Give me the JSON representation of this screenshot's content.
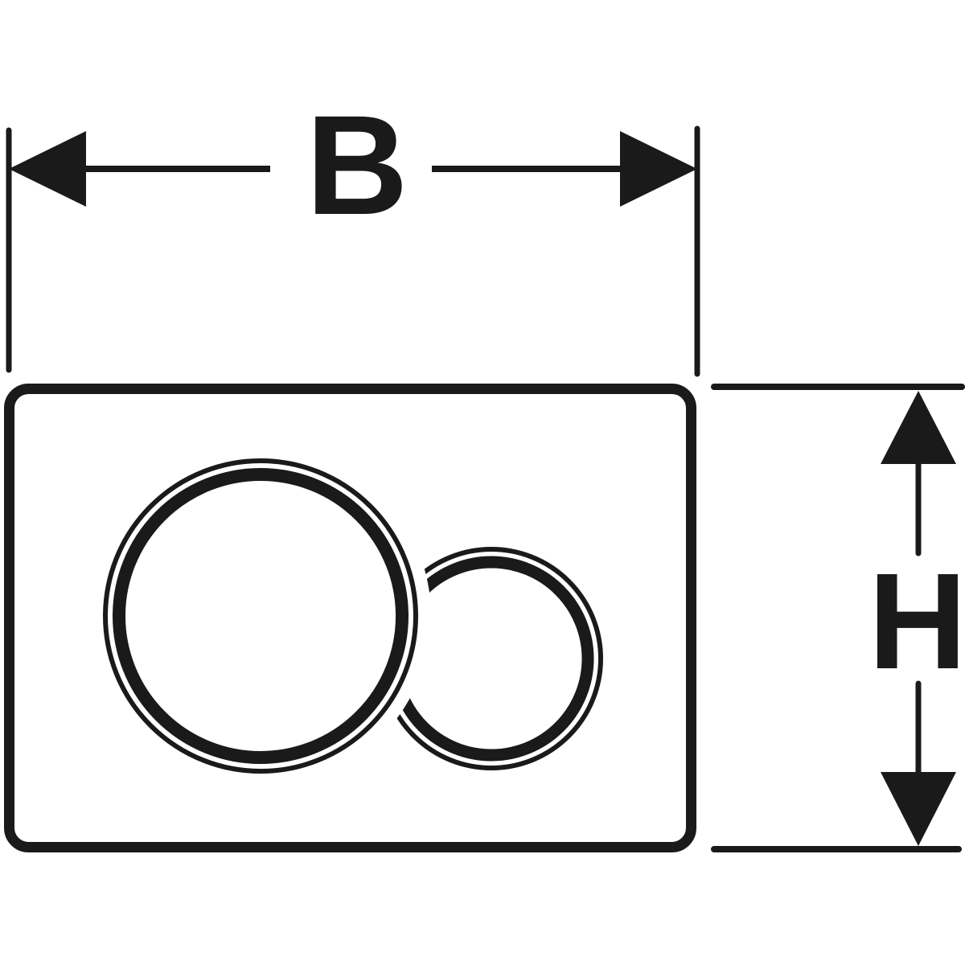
{
  "diagram": {
    "subject": "flush-plate-dimension-drawing",
    "labels": {
      "width": "B",
      "height": "H"
    },
    "colors": {
      "line": "#1a1a1a",
      "background": "#ffffff"
    }
  }
}
